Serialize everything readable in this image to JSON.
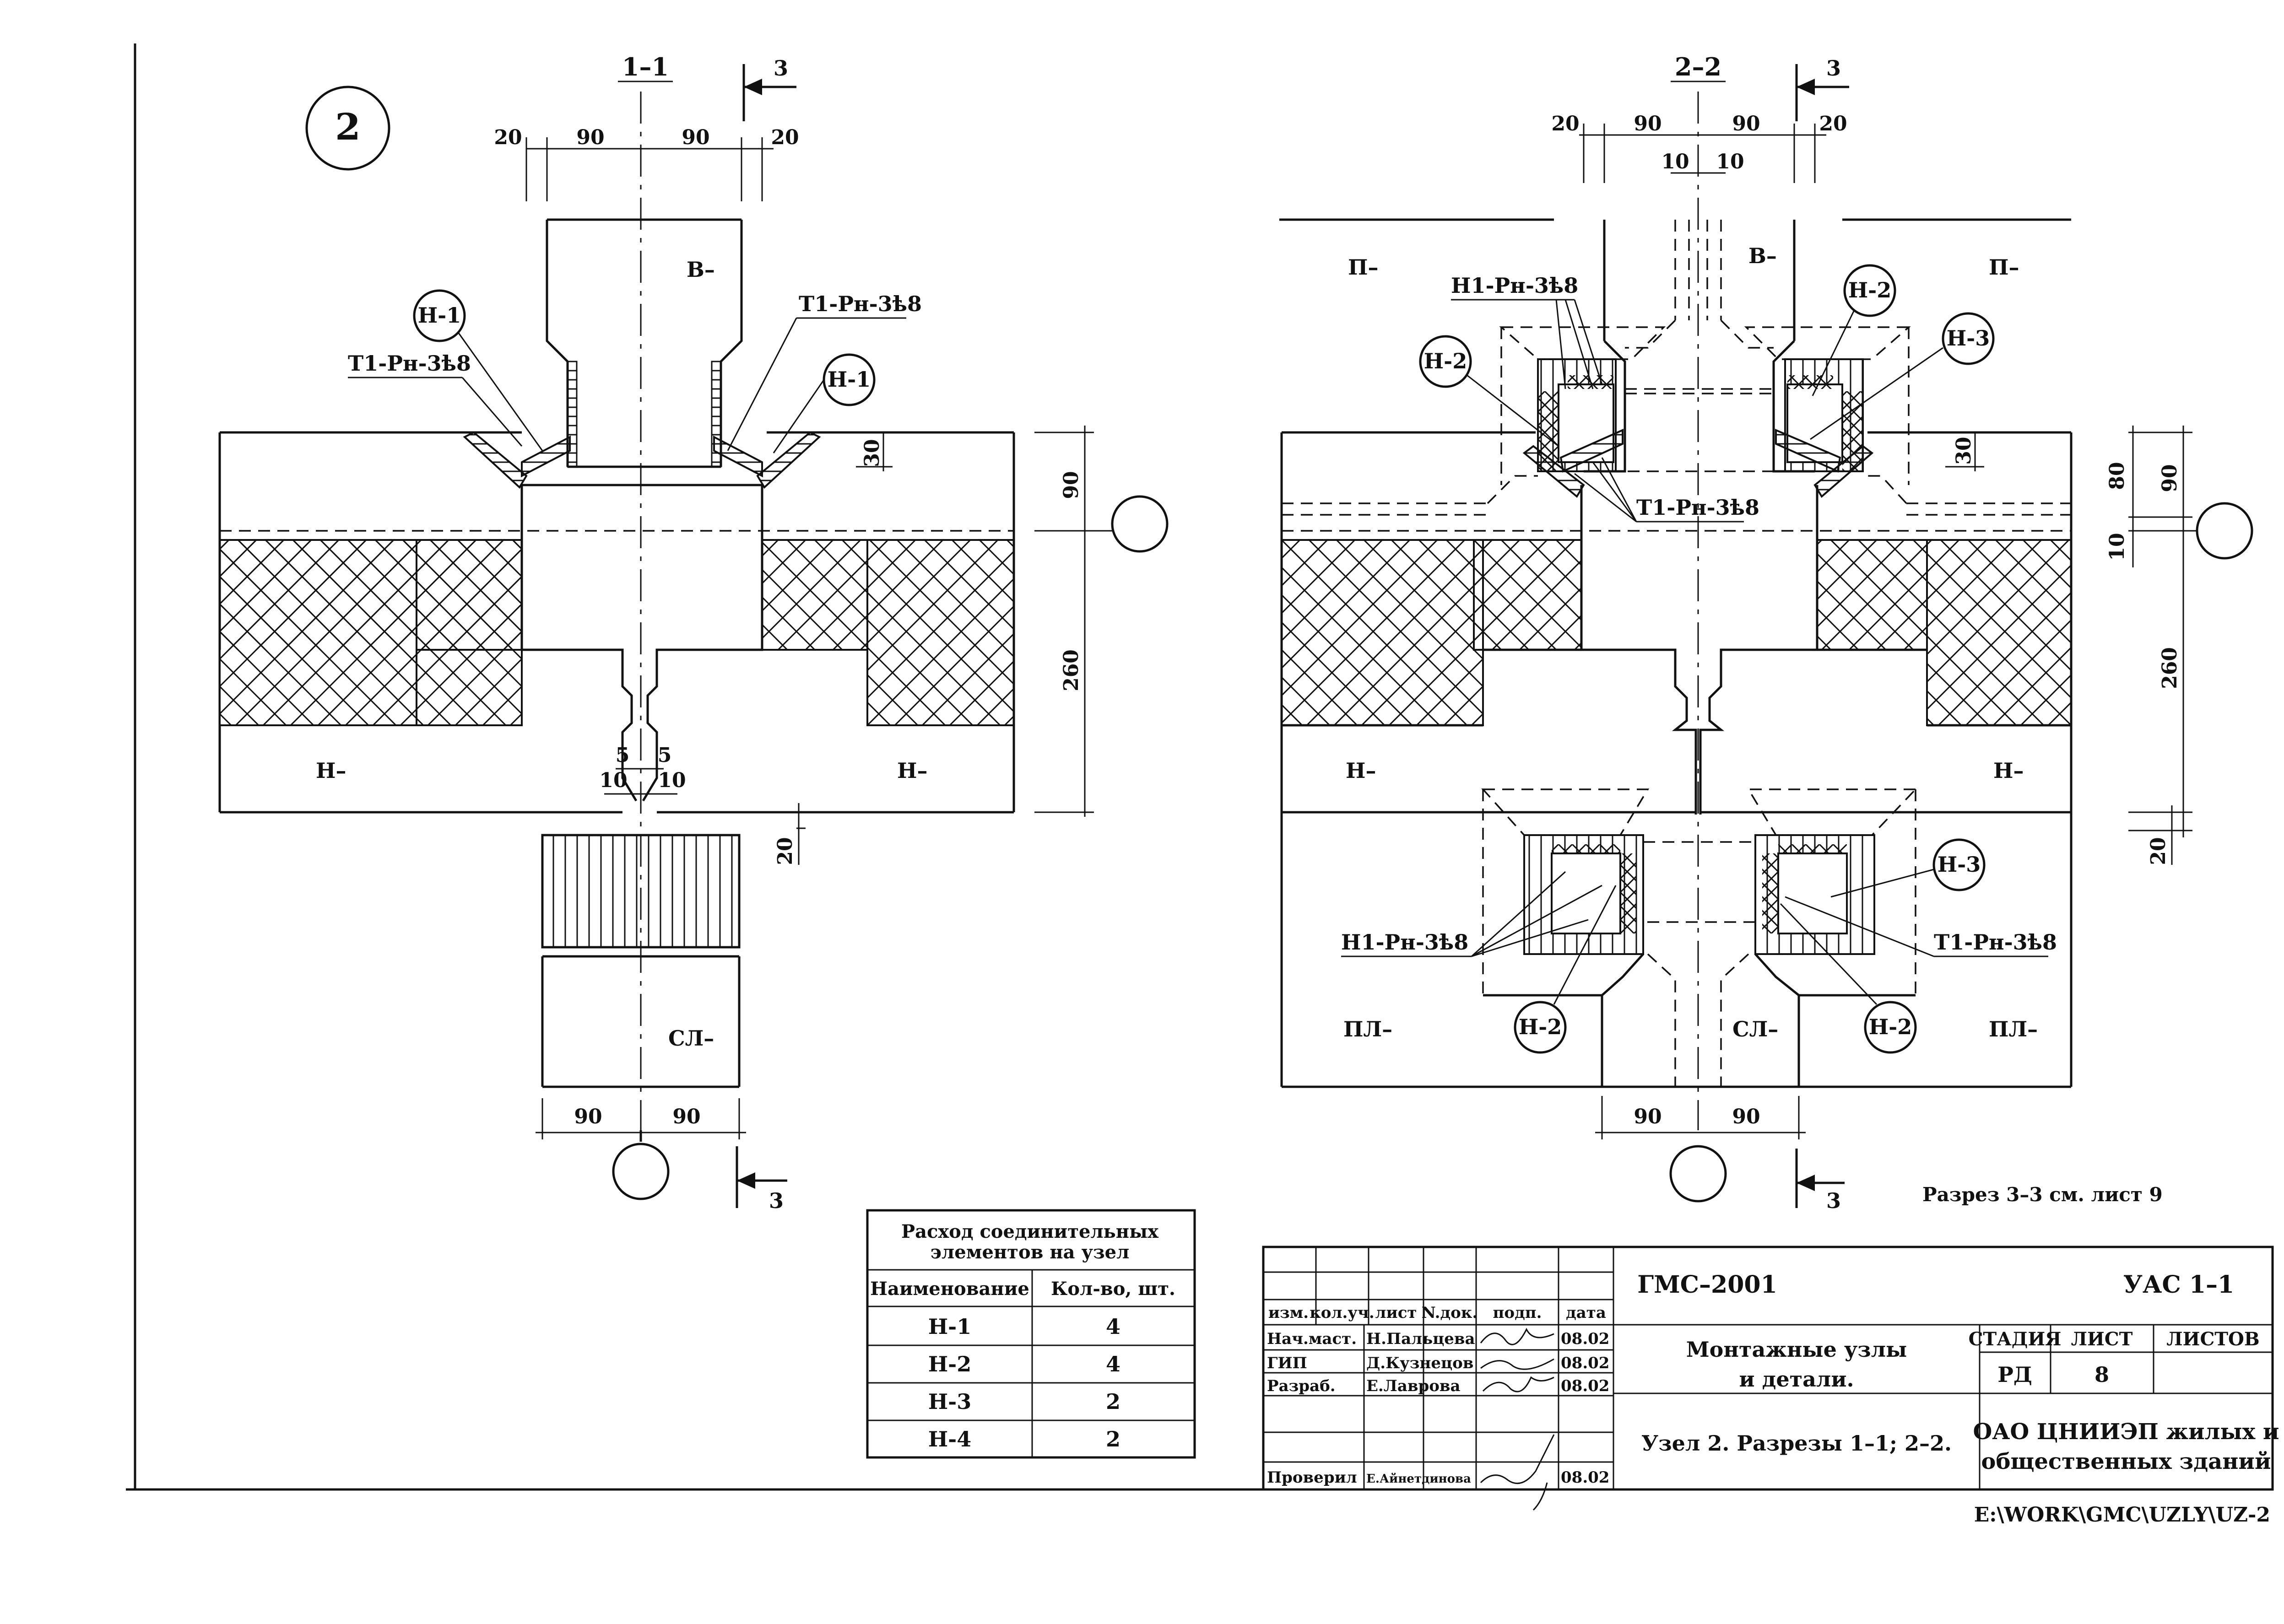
{
  "node_number": "2",
  "sections": {
    "s11": {
      "title": "1–1",
      "cut_label": "3",
      "dims_top": [
        "20",
        "90",
        "90",
        "20"
      ],
      "dims_bottom": [
        "90",
        "90"
      ],
      "dims_joint": [
        "5",
        "5",
        "10",
        "10"
      ],
      "dims_right": [
        "90",
        "260",
        "20",
        "30"
      ],
      "labels": {
        "wall_top": "В–",
        "slab_left": "Н–",
        "slab_right": "Н–",
        "wall_bottom": "СЛ–"
      },
      "callouts": [
        "Н-1",
        "Н-1"
      ],
      "weld_labels": [
        "Т1-Рн-3ѣ8",
        "Т1-Рн-3ѣ8"
      ]
    },
    "s22": {
      "title": "2–2",
      "cut_label": "3",
      "dims_top": [
        "20",
        "90",
        "90",
        "20"
      ],
      "dims_top_inner": [
        "10",
        "10"
      ],
      "dims_bottom": [
        "90",
        "90"
      ],
      "dims_right": [
        "80",
        "90",
        "10",
        "260",
        "20",
        "30"
      ],
      "labels": {
        "top_left": "П–",
        "top_center": "В–",
        "top_right": "П–",
        "mid_left": "Н–",
        "mid_right": "Н–",
        "bot_left": "ПЛ–",
        "bot_center": "СЛ–",
        "bot_right": "ПЛ–"
      },
      "callouts": [
        "Н-2",
        "Н-2",
        "Н-3",
        "Н-3",
        "Н-2",
        "Н-2"
      ],
      "weld_labels": [
        "Н1-Рн-3ѣ8",
        "Т1-Рн-3ѣ8",
        "Н1-Рн-3ѣ8",
        "Т1-Рн-3ѣ8"
      ]
    }
  },
  "section_note": "Разрез 3–3 см. лист 9",
  "consumption_table": {
    "title_line1": "Расход соединительных",
    "title_line2": "элементов на узел",
    "headers": [
      "Наименование",
      "Кол-во, шт."
    ],
    "rows": [
      [
        "Н-1",
        "4"
      ],
      [
        "Н-2",
        "4"
      ],
      [
        "Н-3",
        "2"
      ],
      [
        "Н-4",
        "2"
      ]
    ]
  },
  "title_block": {
    "code": "ГМС–2001",
    "sheet_mark": "УАС 1–1",
    "col_headers": [
      "изм.",
      "кол.уч.",
      "лист",
      "N.док.",
      "подп.",
      "дата"
    ],
    "people": [
      {
        "role": "Нач.маст.",
        "name": "Н.Пальцева",
        "date": "08.02"
      },
      {
        "role": "ГИП",
        "name": "Д.Кузнецов",
        "date": "08.02"
      },
      {
        "role": "Разраб.",
        "name": "Е.Лаврова",
        "date": "08.02"
      },
      {
        "role": "Проверил",
        "name": "Е.Айнетдинова",
        "date": "08.02"
      }
    ],
    "doc_title_line1": "Монтажные узлы",
    "doc_title_line2": "и детали.",
    "stage_headers": [
      "СТАДИЯ",
      "ЛИСТ",
      "ЛИСТОВ"
    ],
    "stage": "РД",
    "sheet": "8",
    "sheets": "",
    "drawing_name": "Узел 2.   Разрезы 1–1; 2–2.",
    "org_line1": "ОАО ЦНИИЭП жилых и",
    "org_line2": "общественных зданий"
  },
  "file_path": "E:\\WORK\\GMC\\UZLY\\UZ-2"
}
